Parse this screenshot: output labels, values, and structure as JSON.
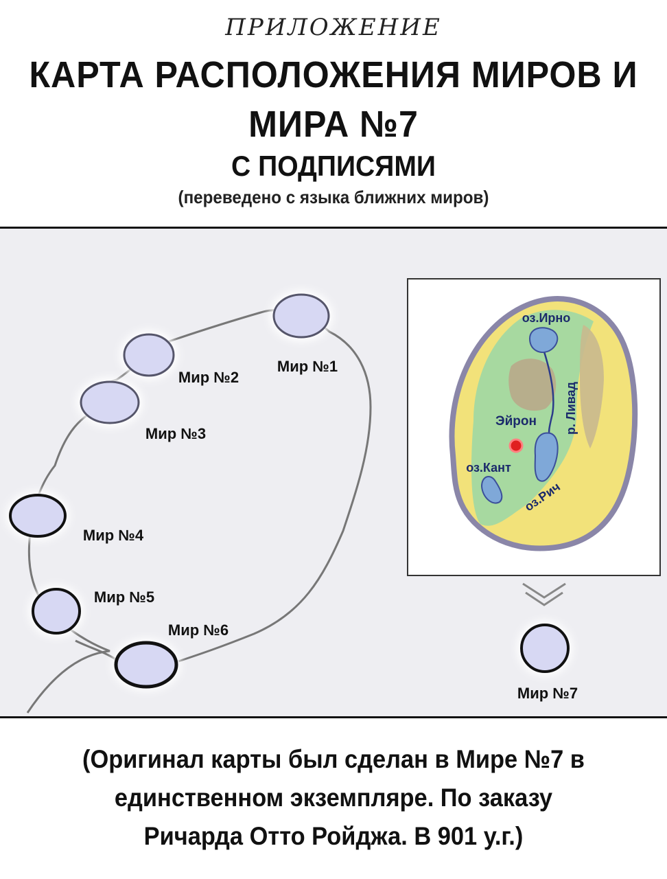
{
  "header": {
    "supertitle": "ПРИЛОЖЕНИЕ",
    "title_line1": "КАРТА РАСПОЛОЖЕНИЯ МИРОВ И",
    "title_line2": "МИРА №7",
    "title_line3": "С ПОДПИСЯМИ",
    "subtitle": "(переведено с языка ближних миров)"
  },
  "worlds": [
    {
      "label": "Мир №1"
    },
    {
      "label": "Мир №2"
    },
    {
      "label": "Мир №3"
    },
    {
      "label": "Мир №4"
    },
    {
      "label": "Мир №5"
    },
    {
      "label": "Мир №6"
    },
    {
      "label": "Мир №7"
    }
  ],
  "inset_map": {
    "labels": {
      "lake_irno": "оз.Ирно",
      "river_livad": "р. Ливад",
      "city_eyron": "Эйрон",
      "lake_kant": "оз.Кант",
      "lake_rich": "оз.Рич"
    },
    "colors": {
      "outline": "#8a86a8",
      "desert": "#f2e27a",
      "grass": "#a7d9a0",
      "water": "#7fa8d8",
      "mountains": "#b9a98a",
      "city": "#e02020",
      "label_text": "#1b2a6b"
    }
  },
  "caption": {
    "line1": "(Оригинал карты был сделан в Мире №7 в",
    "line2": "единственном экземпляре. По заказу",
    "line3": "Ричарда Отто Ройджа. В 901 у.г.)"
  }
}
